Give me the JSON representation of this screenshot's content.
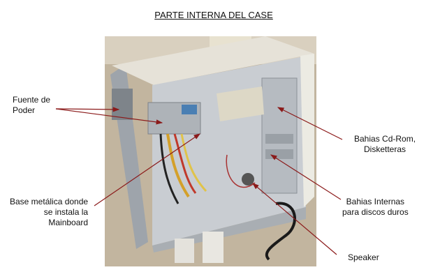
{
  "title": "PARTE INTERNA DEL CASE",
  "labels": {
    "fuente": [
      "Fuente de",
      "Poder"
    ],
    "base": [
      "Base metálica donde",
      "se instala la",
      "Mainboard"
    ],
    "cdrom": [
      "Bahias Cd-Rom,",
      "Disketteras"
    ],
    "bahias": [
      "Bahias Internas",
      "para discos duros"
    ],
    "speaker": [
      "Speaker"
    ]
  },
  "colors": {
    "arrow": "#8b1a1a",
    "case": "#d8dbe0",
    "carpet": "#b8a48a"
  }
}
